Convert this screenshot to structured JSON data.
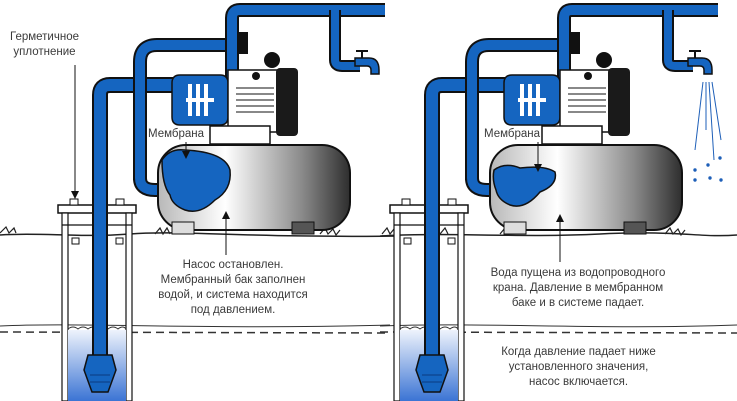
{
  "diagram": {
    "colors": {
      "water_pipe": "#1565c0",
      "outline": "#111111",
      "tank_dark": "#3f3f3f",
      "membrane_gray": "#bdbdbd",
      "well_water_top": "#e3ecfa",
      "well_water_bottom": "#4a7fd6"
    },
    "left_panel": {
      "seal_label": [
        "Герметичное",
        "уплотнение"
      ],
      "membrane_label": "Мембрана",
      "caption": [
        "Насос остановлен.",
        "Мембранный бак заполнен",
        "водой, и система находится",
        "под давлением."
      ],
      "state": "pump-stopped",
      "faucet": "closed"
    },
    "right_panel": {
      "membrane_label": "Мембрана",
      "caption": [
        "Вода пущена из водопроводного",
        "крана. Давление в мембранном",
        "баке и в системе падает."
      ],
      "caption2": [
        "Когда давление падает ниже",
        "установленного значения,",
        "насос включается."
      ],
      "state": "water-flowing",
      "faucet": "open"
    }
  }
}
